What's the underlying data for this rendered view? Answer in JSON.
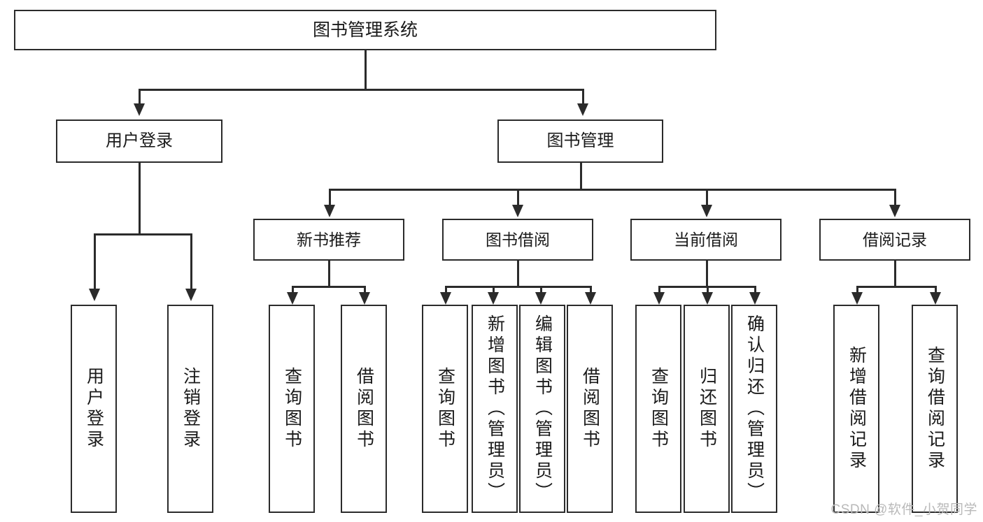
{
  "diagram": {
    "title": "图书管理系统",
    "type": "hierarchy-tree",
    "root": {
      "label": "图书管理系统"
    },
    "level2": [
      {
        "label": "用户登录"
      },
      {
        "label": "图书管理"
      }
    ],
    "level3": [
      {
        "label": "新书推荐"
      },
      {
        "label": "图书借阅"
      },
      {
        "label": "当前借阅"
      },
      {
        "label": "借阅记录"
      }
    ],
    "leaves": {
      "user_login": [
        {
          "label": "用户登录"
        },
        {
          "label": "注销登录"
        }
      ],
      "new_book_recommend": [
        {
          "label": "查询图书"
        },
        {
          "label": "借阅图书"
        }
      ],
      "book_borrow": [
        {
          "label": "查询图书"
        },
        {
          "label": "新增图书（管理员）"
        },
        {
          "label": "编辑图书（管理员）"
        },
        {
          "label": "借阅图书"
        }
      ],
      "current_borrow": [
        {
          "label": "查询图书"
        },
        {
          "label": "归还图书"
        },
        {
          "label": "确认归还（管理员）"
        }
      ],
      "borrow_record": [
        {
          "label": "新增借阅记录"
        },
        {
          "label": "查询借阅记录"
        }
      ]
    }
  },
  "watermark": {
    "text": "CSDN @软件_小贺同学"
  },
  "colors": {
    "stroke": "#2b2b2b",
    "text": "#1a1a1a",
    "background": "#ffffff",
    "watermark": "#b9b9b9"
  }
}
